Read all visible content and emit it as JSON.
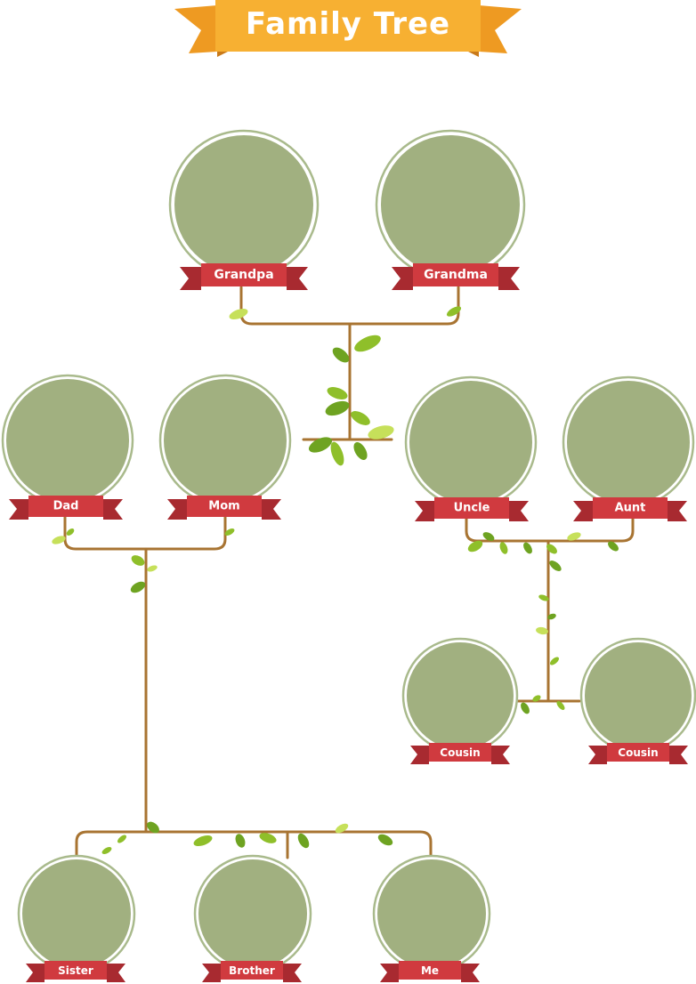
{
  "title": "Family Tree",
  "colors": {
    "photo_fill": "#a1b080",
    "photo_ring": "#a9ba8c",
    "ribbon": "#d03a3f",
    "ribbon_dark": "#a82a30",
    "branch": "#a87432",
    "leaf": "#8fbf2a",
    "leaf_light": "#c6e05a",
    "title_banner": "#f7b032",
    "title_banner_dark": "#ee9a22"
  },
  "members": [
    {
      "id": "grandpa",
      "label": "Grandpa"
    },
    {
      "id": "grandma",
      "label": "Grandma"
    },
    {
      "id": "dad",
      "label": "Dad"
    },
    {
      "id": "mom",
      "label": "Mom"
    },
    {
      "id": "uncle",
      "label": "Uncle"
    },
    {
      "id": "aunt",
      "label": "Aunt"
    },
    {
      "id": "cousin1",
      "label": "Cousin"
    },
    {
      "id": "cousin2",
      "label": "Cousin"
    },
    {
      "id": "sister",
      "label": "Sister"
    },
    {
      "id": "brother",
      "label": "Brother"
    },
    {
      "id": "me",
      "label": "Me"
    }
  ]
}
